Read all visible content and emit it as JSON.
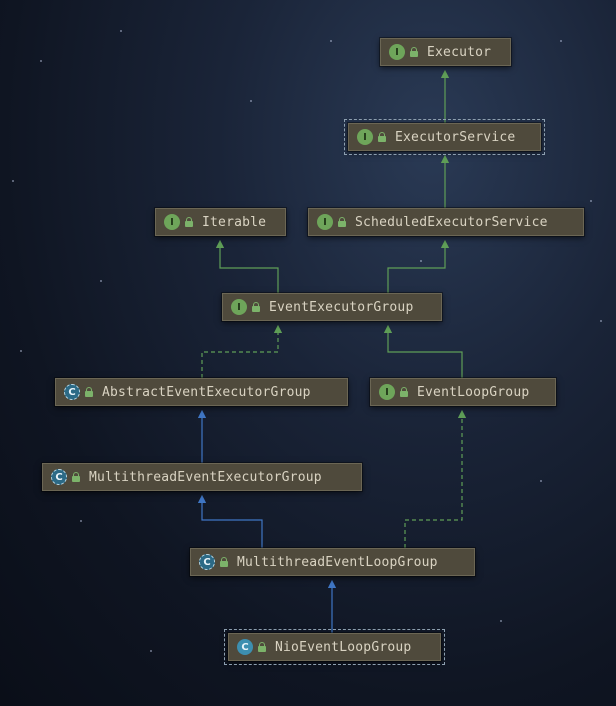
{
  "diagram": {
    "nodes": [
      {
        "id": "executor",
        "label": "Executor",
        "kind": "interface",
        "badge": "I"
      },
      {
        "id": "executor-service",
        "label": "ExecutorService",
        "kind": "interface",
        "badge": "I"
      },
      {
        "id": "iterable",
        "label": "Iterable",
        "kind": "interface",
        "badge": "I"
      },
      {
        "id": "scheduled-executor-service",
        "label": "ScheduledExecutorService",
        "kind": "interface",
        "badge": "I"
      },
      {
        "id": "event-executor-group",
        "label": "EventExecutorGroup",
        "kind": "interface",
        "badge": "I"
      },
      {
        "id": "abstract-event-executor-group",
        "label": "AbstractEventExecutorGroup",
        "kind": "abstract-class",
        "badge": "C"
      },
      {
        "id": "event-loop-group",
        "label": "EventLoopGroup",
        "kind": "interface",
        "badge": "I"
      },
      {
        "id": "multithread-event-executor-group",
        "label": "MultithreadEventExecutorGroup",
        "kind": "abstract-class",
        "badge": "C"
      },
      {
        "id": "multithread-event-loop-group",
        "label": "MultithreadEventLoopGroup",
        "kind": "abstract-class",
        "badge": "C"
      },
      {
        "id": "nio-event-loop-group",
        "label": "NioEventLoopGroup",
        "kind": "class",
        "badge": "C"
      }
    ],
    "edges": [
      {
        "from": "executor-service",
        "to": "executor",
        "type": "extends"
      },
      {
        "from": "scheduled-executor-service",
        "to": "executor-service",
        "type": "extends"
      },
      {
        "from": "event-executor-group",
        "to": "iterable",
        "type": "extends"
      },
      {
        "from": "event-executor-group",
        "to": "scheduled-executor-service",
        "type": "extends"
      },
      {
        "from": "abstract-event-executor-group",
        "to": "event-executor-group",
        "type": "implements"
      },
      {
        "from": "event-loop-group",
        "to": "event-executor-group",
        "type": "extends"
      },
      {
        "from": "multithread-event-executor-group",
        "to": "abstract-event-executor-group",
        "type": "extends-class"
      },
      {
        "from": "multithread-event-loop-group",
        "to": "multithread-event-executor-group",
        "type": "extends-class"
      },
      {
        "from": "multithread-event-loop-group",
        "to": "event-loop-group",
        "type": "implements"
      },
      {
        "from": "nio-event-loop-group",
        "to": "multithread-event-loop-group",
        "type": "extends-class"
      }
    ],
    "colors": {
      "node_bg": "#4f4a3c",
      "node_text": "#d9d3c2",
      "interface_badge": "#6ea55a",
      "class_badge": "#3d8fb0",
      "interface_edge": "#5f9e57",
      "class_edge": "#3f76c4",
      "background": "#121a2a"
    },
    "icons": {
      "interface_badge": "interface-icon",
      "class_badge": "class-icon",
      "visibility": "public-lock-icon"
    }
  }
}
